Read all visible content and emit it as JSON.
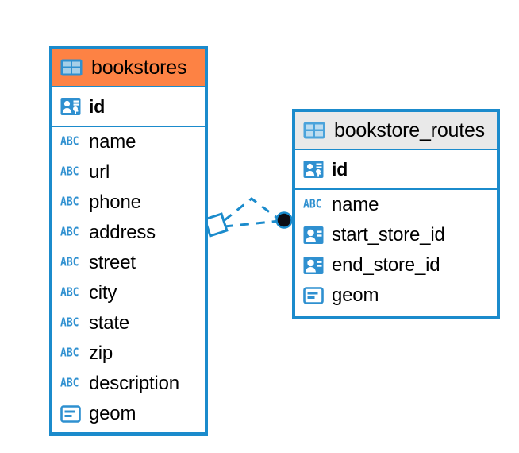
{
  "diagram": {
    "type": "entity-relationship-diagram",
    "background": "#ffffff",
    "accent_blue": "#1b8bcc",
    "accent_orange": "#fd8244",
    "accent_grey": "#e9e9e9"
  },
  "entities": [
    {
      "name": "bookstores",
      "header_color": "#fd8244",
      "primary_key": {
        "label": "id",
        "icon": "primary-key-icon",
        "type": "pk"
      },
      "fields": [
        {
          "label": "name",
          "icon": "abc-text-icon",
          "type": "text",
          "icon_text": "ABC"
        },
        {
          "label": "url",
          "icon": "abc-text-icon",
          "type": "text",
          "icon_text": "ABC"
        },
        {
          "label": "phone",
          "icon": "abc-text-icon",
          "type": "text",
          "icon_text": "ABC"
        },
        {
          "label": "address",
          "icon": "abc-text-icon",
          "type": "text",
          "icon_text": "ABC"
        },
        {
          "label": "street",
          "icon": "abc-text-icon",
          "type": "text",
          "icon_text": "ABC"
        },
        {
          "label": "city",
          "icon": "abc-text-icon",
          "type": "text",
          "icon_text": "ABC"
        },
        {
          "label": "state",
          "icon": "abc-text-icon",
          "type": "text",
          "icon_text": "ABC"
        },
        {
          "label": "zip",
          "icon": "abc-text-icon",
          "type": "text",
          "icon_text": "ABC"
        },
        {
          "label": "description",
          "icon": "abc-text-icon",
          "type": "text",
          "icon_text": "ABC"
        },
        {
          "label": "geom",
          "icon": "geometry-icon",
          "type": "geometry"
        }
      ]
    },
    {
      "name": "bookstore_routes",
      "header_color": "#e9e9e9",
      "primary_key": {
        "label": "id",
        "icon": "primary-key-icon",
        "type": "pk"
      },
      "fields": [
        {
          "label": "name",
          "icon": "abc-text-icon",
          "type": "text",
          "icon_text": "ABC"
        },
        {
          "label": "start_store_id",
          "icon": "foreign-key-icon",
          "type": "fk"
        },
        {
          "label": "end_store_id",
          "icon": "foreign-key-icon",
          "type": "fk"
        },
        {
          "label": "geom",
          "icon": "geometry-icon",
          "type": "geometry"
        }
      ]
    }
  ],
  "relationship": {
    "from_entity": "bookstores",
    "to_entity": "bookstore_routes",
    "line_style": "dashed",
    "line_color": "#1b8bcc",
    "source_marker": "diamond-outline",
    "target_marker": "filled-circle"
  }
}
